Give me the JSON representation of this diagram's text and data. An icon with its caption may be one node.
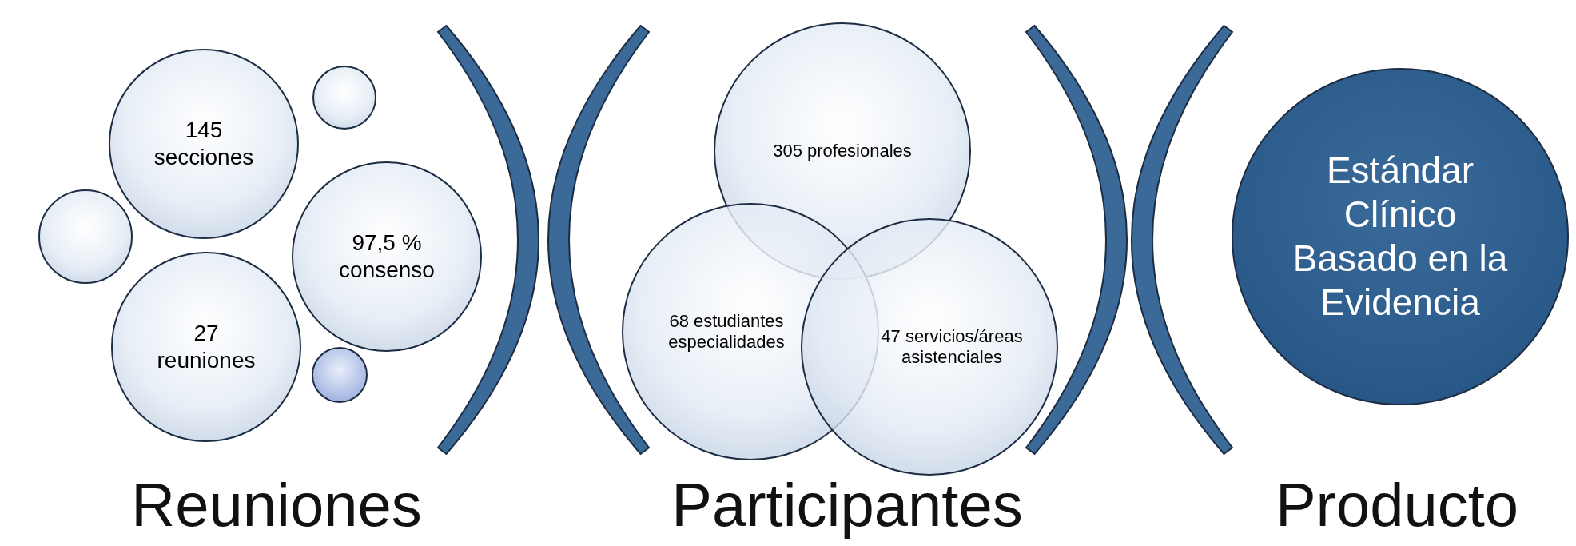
{
  "diagram": {
    "nodes": [
      {
        "text": [
          "145 secciones"
        ]
      },
      {
        "text": [],
        "shape": "circle"
      },
      {
        "text": [],
        "shape": "circle"
      },
      {
        "text": [
          "97,5 % consenso"
        ]
      },
      {
        "text": [
          "27 reuniones"
        ]
      },
      {
        "text": [],
        "shape": "circle"
      },
      {
        "text": [
          "305 profesionales"
        ]
      },
      {
        "text": [
          "68 estudiantes especialidades"
        ]
      },
      {
        "text": [
          "47 servicios/áreas asistenciales"
        ]
      },
      {
        "text": [
          "Estándar Clínico Basado en la Evidencia"
        ]
      }
    ],
    "edges": [],
    "labels": [
      "Reuniones",
      "Participantes",
      "Producto"
    ]
  }
}
